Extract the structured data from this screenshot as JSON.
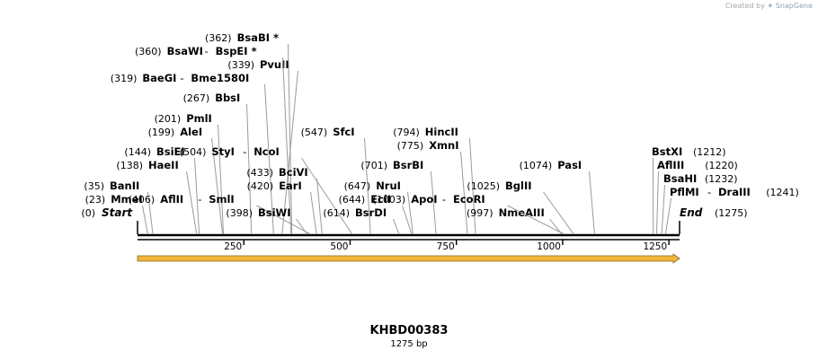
{
  "credit": {
    "prefix": "Created by",
    "brand": "SnapGene"
  },
  "map": {
    "name": "KHBD00383",
    "length_label": "1275 bp",
    "length": 1275,
    "ticks": [
      250,
      500,
      750,
      1000,
      1250
    ],
    "tick_labels": [
      "250",
      "500",
      "750",
      "1000",
      "1250"
    ],
    "feature": {
      "name": "",
      "start": 1,
      "end": 1275,
      "color": "#f3b43c",
      "direction": "forward"
    },
    "ends": [
      {
        "type": "start",
        "pos_text": "(0)",
        "name": "Start",
        "position": 0
      },
      {
        "type": "end",
        "name": "End",
        "pos_text": "(1275)",
        "position": 1275
      }
    ],
    "sites": [
      {
        "pos_text": "(35)",
        "name": "BanII",
        "position": 35
      },
      {
        "pos_text": "(23)",
        "name": "MmeI",
        "position": 23
      },
      {
        "pos_text": "(138)",
        "name": "HaeII",
        "position": 138
      },
      {
        "pos_text": "(144)",
        "name": "BsiEI",
        "position": 144
      },
      {
        "pos_text": "(199)",
        "name": "AleI",
        "position": 199
      },
      {
        "pos_text": "(201)",
        "name": "PmlI",
        "position": 201
      },
      {
        "pos_text": "(267)",
        "name": "BbsI",
        "position": 267
      },
      {
        "pos_text": "(319)",
        "name": "BaeGI",
        "name2": "Bme1580I",
        "position": 319
      },
      {
        "pos_text": "(339)",
        "name": "PvuII",
        "position": 339
      },
      {
        "pos_text": "(360)",
        "name": "BsaWI",
        "name2": "BspEI",
        "star2": "*",
        "position": 360
      },
      {
        "pos_text": "(362)",
        "name": "BsaBI",
        "star": "*",
        "position": 362
      },
      {
        "pos_text": "(406)",
        "name": "AflII",
        "name2": "SmlI",
        "position": 406
      },
      {
        "pos_text": "(398)",
        "name": "BsiWI",
        "position": 398
      },
      {
        "pos_text": "(420)",
        "name": "EarI",
        "position": 420
      },
      {
        "pos_text": "(433)",
        "name": "BciVI",
        "position": 433
      },
      {
        "pos_text": "(504)",
        "name": "StyI",
        "name2": "NcoI",
        "position": 504
      },
      {
        "pos_text": "(547)",
        "name": "SfcI",
        "position": 547
      },
      {
        "pos_text": "(614)",
        "name": "BsrDI",
        "position": 614
      },
      {
        "pos_text": "(644)",
        "name": "EciI",
        "position": 644
      },
      {
        "pos_text": "(647)",
        "name": "NruI",
        "position": 647
      },
      {
        "pos_text": "(701)",
        "name": "BsrBI",
        "position": 701
      },
      {
        "pos_text": "(775)",
        "name": "XmnI",
        "position": 775
      },
      {
        "pos_text": "(794)",
        "name": "HincII",
        "position": 794
      },
      {
        "pos_text": "(997)",
        "name": "NmeAIII",
        "position": 997
      },
      {
        "pos_text": "(1003)",
        "name": "ApoI",
        "name2": "EcoRI",
        "position": 1003
      },
      {
        "pos_text": "(1025)",
        "name": "BglII",
        "position": 1025
      },
      {
        "pos_text": "(1074)",
        "name": "PasI",
        "position": 1074
      },
      {
        "name": "BstXI",
        "pos_text": "(1212)",
        "position": 1212
      },
      {
        "name": "AflIII",
        "pos_text": "(1220)",
        "position": 1220
      },
      {
        "name": "BsaHI",
        "pos_text": "(1232)",
        "position": 1232
      },
      {
        "name": "PflMI",
        "name2": "DraIII",
        "pos_text": "(1241)",
        "position": 1241
      }
    ]
  }
}
